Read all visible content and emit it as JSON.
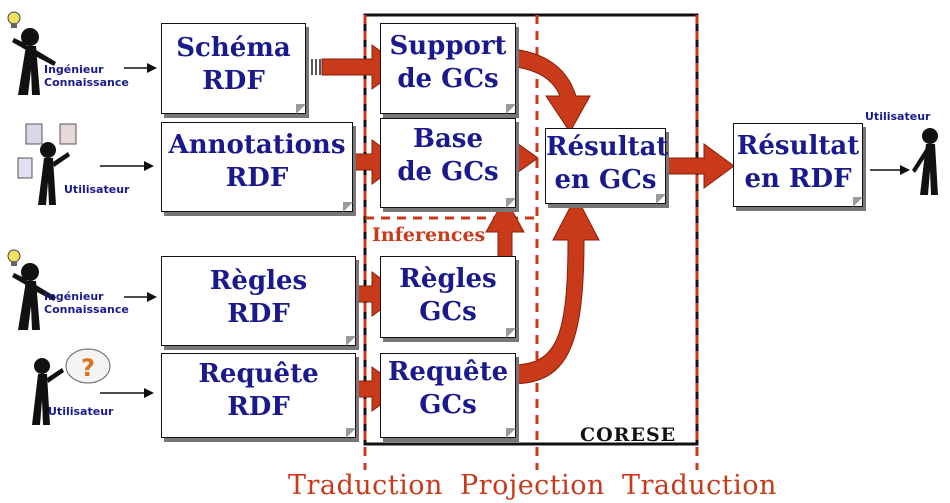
{
  "diagram": {
    "actors": {
      "ingenieur_1": [
        "Ingénieur",
        "Connaissance"
      ],
      "utilisateur_1": "Utilisateur",
      "ingenieur_2": [
        "Ingénieur",
        "Connaissance"
      ],
      "utilisateur_2": "Utilisateur",
      "utilisateur_right": "Utilisateur"
    },
    "rdf_inputs": {
      "schema": [
        "Schéma",
        "RDF"
      ],
      "annotations": [
        "Annotations",
        "RDF"
      ],
      "regles": [
        "Règles",
        "RDF"
      ],
      "requete": [
        "Requête",
        "RDF"
      ]
    },
    "gc_boxes": {
      "support": [
        "Support",
        "de GCs"
      ],
      "base": [
        "Base",
        "de GCs"
      ],
      "regles": [
        "Règles",
        "GCs"
      ],
      "requete": [
        "Requête",
        "GCs"
      ]
    },
    "result_gc": [
      "Résultat",
      "en GCs"
    ],
    "result_rdf": [
      "Résultat",
      "en RDF"
    ],
    "inferences_label": "Inferences",
    "engine_label": "CORESE",
    "phases": [
      "Traduction",
      "Projection",
      "Traduction"
    ],
    "colors": {
      "arrow": "#c83a1a",
      "box_text": "#1a1a8c",
      "phase_text": "#c83a1a",
      "frame": "#111111"
    },
    "icons": [
      "lightbulb-icon",
      "document-icon",
      "question-bubble-icon",
      "stick-figure-icon"
    ]
  }
}
